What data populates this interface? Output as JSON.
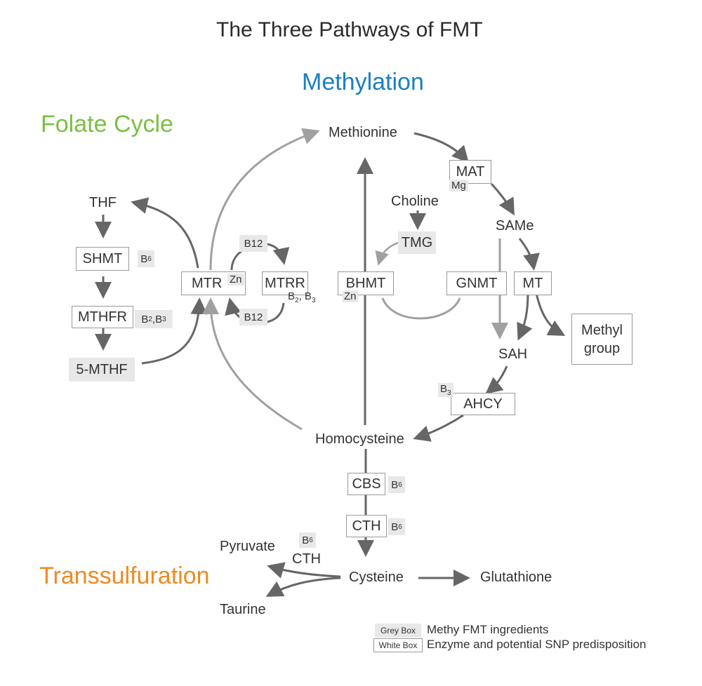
{
  "title": "The Three Pathways of FMT",
  "sections": {
    "methylation": {
      "label": "Methylation",
      "color": "#1a7fc1"
    },
    "folate_cycle": {
      "label": "Folate Cycle",
      "color": "#7bbf45"
    },
    "transsulfuration": {
      "label": "Transsulfuration",
      "color": "#ef8a22"
    }
  },
  "nodes": {
    "methionine": "Methionine",
    "choline": "Choline",
    "sam_e": "SAMe",
    "sah": "SAH",
    "methyl_group_line1": "Methyl",
    "methyl_group_line2": "group",
    "homocysteine": "Homocysteine",
    "cysteine": "Cysteine",
    "glutathione": "Glutathione",
    "pyruvate": "Pyruvate",
    "taurine": "Taurine",
    "cth_plain": "CTH",
    "thf": "THF"
  },
  "enzymes": {
    "shmt": "SHMT",
    "mthfr": "MTHFR",
    "five_mthf": "5-MTHF",
    "mtr": "MTR",
    "mtrr": "MTRR",
    "b12_top": "B12",
    "b12_bottom": "B12",
    "bhmt": "BHMT",
    "tmg": "TMG",
    "mat": "MAT",
    "gnmt": "GNMT",
    "mt": "MT",
    "ahcy": "AHCY",
    "cbs": "CBS",
    "cth": "CTH"
  },
  "cofactors": {
    "shmt_b6": {
      "base": "B",
      "sub": "6"
    },
    "mthfr_b2": {
      "base": "B",
      "sub": "2"
    },
    "mthfr_b3": {
      "base": "B",
      "sub": "3"
    },
    "mtr_zn": "Zn",
    "mtrr_b2": {
      "base": "B",
      "sub": "2"
    },
    "mtrr_b3": {
      "base": "B",
      "sub": "3"
    },
    "bhmt_zn": "Zn",
    "mat_mg": "Mg",
    "ahcy_b3": {
      "base": "B",
      "sub": "3"
    },
    "cbs_b6": {
      "base": "B",
      "sub": "6"
    },
    "cth_b6": {
      "base": "B",
      "sub": "6"
    },
    "cth_plain_b6": {
      "base": "B",
      "sub": "6"
    }
  },
  "legend": {
    "grey_box_label": "Grey Box",
    "grey_box_text": "Methy FMT ingredients",
    "white_box_label": "White Box",
    "white_box_text": "Enzyme and potential SNP predisposition"
  },
  "colors": {
    "dark_arrow": "#666666",
    "light_arrow": "#a0a0a0",
    "grey_fill": "#e8e8e8",
    "box_border": "#9a9a9a"
  }
}
